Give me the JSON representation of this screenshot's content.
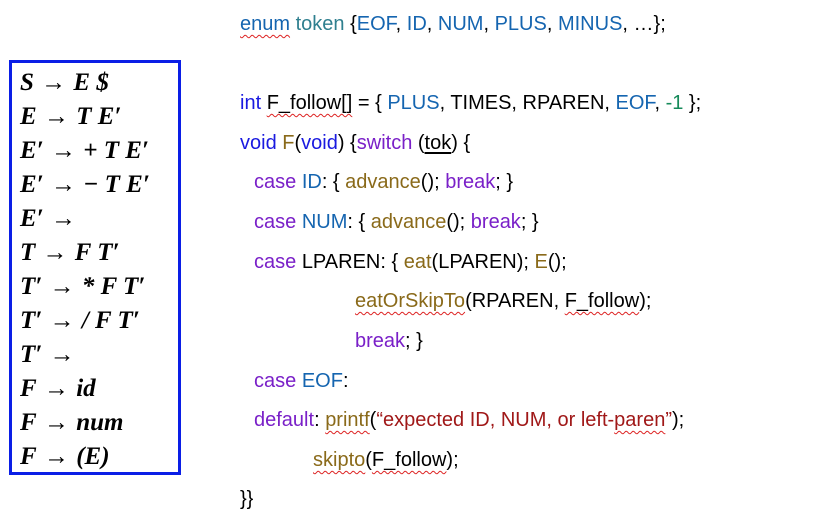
{
  "grammar": {
    "rules": [
      {
        "lhs": "S",
        "rhs": "E $"
      },
      {
        "lhs": "E",
        "rhs": "T E′"
      },
      {
        "lhs": "E′",
        "rhs": "+ T E′"
      },
      {
        "lhs": "E′",
        "rhs": "− T E′"
      },
      {
        "lhs": "E′",
        "rhs": ""
      },
      {
        "lhs": "T",
        "rhs": "F T′"
      },
      {
        "lhs": "T′",
        "rhs": "* F T′"
      },
      {
        "lhs": "T′",
        "rhs": "/ F T′"
      },
      {
        "lhs": "T′",
        "rhs": ""
      },
      {
        "lhs": "F",
        "rhs": "id"
      },
      {
        "lhs": "F",
        "rhs": "num"
      },
      {
        "lhs": "F",
        "rhs": "(E)"
      }
    ],
    "arrow": "→"
  },
  "code": {
    "l1": {
      "a": "enum",
      "b": " token ",
      "c": "{",
      "d": "EOF",
      "e": ", ",
      "f": "ID",
      "g": ", ",
      "h": "NUM",
      "i": ", ",
      "j": "PLUS",
      "k": ", ",
      "l": "MINUS",
      "m": ", …};"
    },
    "l2": {
      "a": "int ",
      "b": "F_follow[]",
      "c": " = { ",
      "d": "PLUS",
      "e": ", TIMES, RPAREN, ",
      "f": "EOF",
      "g": ", ",
      "h": "-1",
      "i": " };"
    },
    "l3": {
      "a": "void ",
      "b": "F",
      "c": "(",
      "d": "void",
      "e": ") {",
      "f": "switch",
      "g": " (",
      "h": "tok",
      "i": ") {"
    },
    "l4": {
      "a": "case ",
      "b": "ID",
      "c": ": { ",
      "d": "advance",
      "e": "(); ",
      "f": "break",
      "g": "; }"
    },
    "l5": {
      "a": "case ",
      "b": "NUM",
      "c": ": { ",
      "d": "advance",
      "e": "(); ",
      "f": "break",
      "g": "; }"
    },
    "l6": {
      "a": "case ",
      "b": "LPAREN: { ",
      "c": "eat",
      "d": "(LPAREN); ",
      "e": "E",
      "f": "();"
    },
    "l7": {
      "a": "eatOrSkipTo",
      "b": "(RPAREN, ",
      "c": "F_follow",
      "d": ");"
    },
    "l8": {
      "a": "break",
      "b": "; }"
    },
    "l9": {
      "a": "case ",
      "b": "EOF",
      "c": ":"
    },
    "l10": {
      "a": "default",
      "b": ": ",
      "c": "printf",
      "d": "(",
      "e": "“expected ID, NUM, or left-",
      "f": "paren",
      "g": "”",
      "h": ");"
    },
    "l11": {
      "a": "skipto",
      "b": "(",
      "c": "F_follow",
      "d": ");"
    },
    "l12": {
      "a": "}}"
    }
  }
}
